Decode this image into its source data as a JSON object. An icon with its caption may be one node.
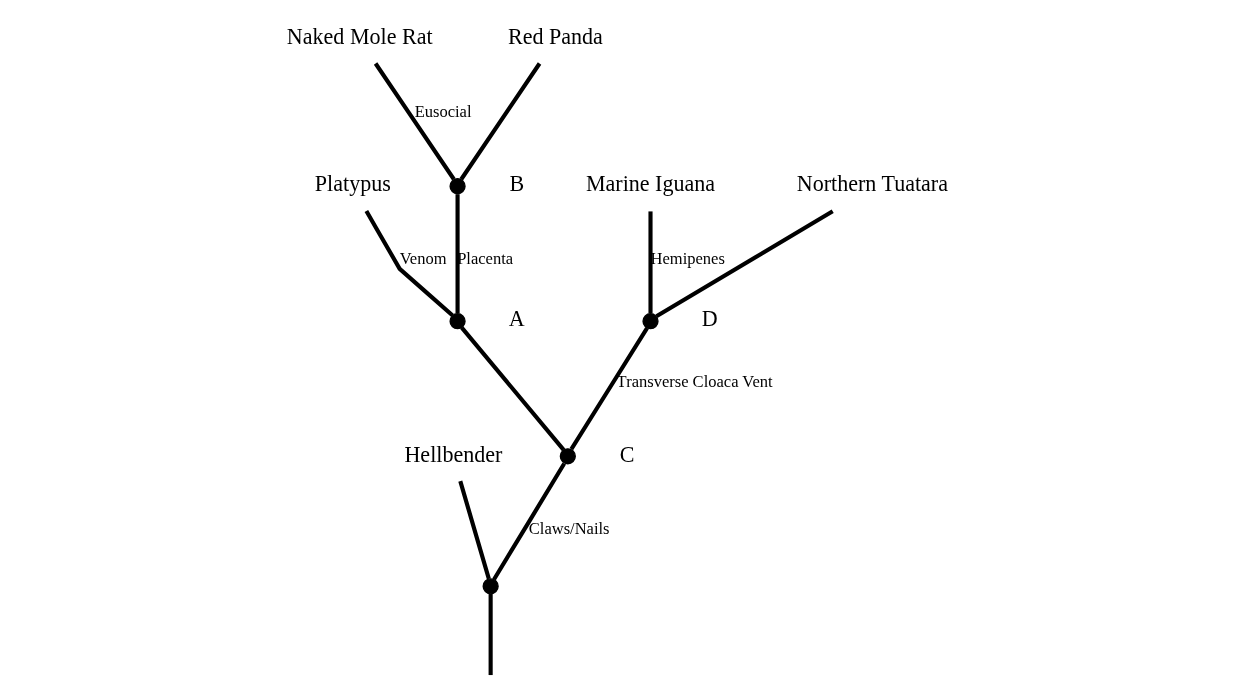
{
  "diagram": {
    "nodes": [
      {
        "text": [
          "Hellbender"
        ]
      },
      {
        "text": [
          "Naked Mole Rat"
        ]
      },
      {
        "text": [
          "Red Panda"
        ]
      },
      {
        "text": [
          "Platypus"
        ]
      },
      {
        "text": [
          "Marine Iguana"
        ]
      },
      {
        "text": [
          "Northern Tuatara"
        ]
      },
      {
        "text": [],
        "shape": "circle"
      },
      {
        "text": [],
        "shape": "circle",
        "beside": [
          "C"
        ]
      },
      {
        "text": [],
        "shape": "circle",
        "beside": [
          "A"
        ]
      },
      {
        "text": [],
        "shape": "circle",
        "beside": [
          "B"
        ]
      },
      {
        "text": [],
        "shape": "circle",
        "beside": [
          "D"
        ]
      }
    ],
    "edges": [
      {
        "from": null,
        "to": 6,
        "arrow": "none"
      },
      {
        "from": 6,
        "to": 0,
        "arrow": "none"
      },
      {
        "from": 6,
        "to": 7,
        "arrow": "none",
        "label": "Claws/Nails"
      },
      {
        "from": 7,
        "to": 8,
        "arrow": "none"
      },
      {
        "from": 8,
        "to": 9,
        "arrow": "none",
        "label": "Placenta"
      },
      {
        "from": 9,
        "to": 1,
        "arrow": "none",
        "label": "Eusocial"
      },
      {
        "from": 9,
        "to": 2,
        "arrow": "none"
      },
      {
        "from": 8,
        "to": 3,
        "arrow": "none",
        "label": "Venom"
      },
      {
        "from": 7,
        "to": 10,
        "arrow": "none",
        "label": "Transverse Cloaca Vent"
      },
      {
        "from": 10,
        "to": 4,
        "arrow": "none",
        "label": "Hemipenes"
      },
      {
        "from": 10,
        "to": 5,
        "arrow": "none"
      }
    ]
  }
}
